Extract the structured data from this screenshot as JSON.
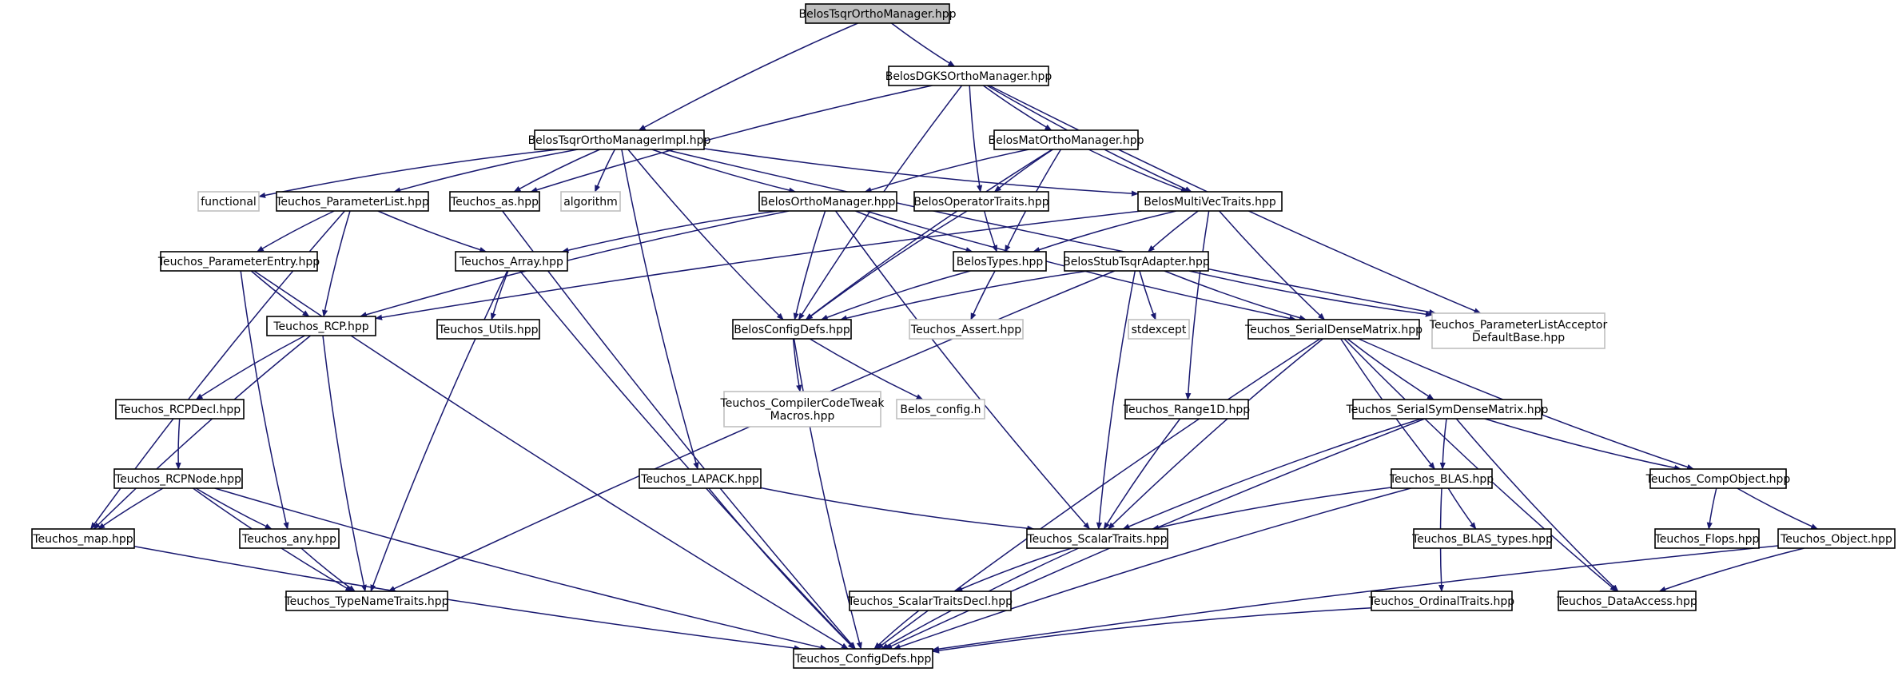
{
  "colors": {
    "edge": "#191970",
    "box_border": "#000000",
    "box_border_external": "#bfbfbf",
    "root_fill": "#bfbfbf",
    "node_fill": "#ffffff",
    "text": "#000000"
  },
  "graph": {
    "nodes": [
      {
        "id": "root",
        "lines": [
          "BelosTsqrOrthoManager.hpp"
        ],
        "kind": "root"
      },
      {
        "id": "dgks",
        "lines": [
          "BelosDGKSOrthoManager.hpp"
        ],
        "kind": "internal"
      },
      {
        "id": "impl",
        "lines": [
          "BelosTsqrOrthoManagerImpl.hpp"
        ],
        "kind": "internal"
      },
      {
        "id": "matortho",
        "lines": [
          "BelosMatOrthoManager.hpp"
        ],
        "kind": "internal"
      },
      {
        "id": "functional",
        "lines": [
          "functional"
        ],
        "kind": "external"
      },
      {
        "id": "plist",
        "lines": [
          "Teuchos_ParameterList.hpp"
        ],
        "kind": "internal"
      },
      {
        "id": "as",
        "lines": [
          "Teuchos_as.hpp"
        ],
        "kind": "internal"
      },
      {
        "id": "algorithm",
        "lines": [
          "algorithm"
        ],
        "kind": "external"
      },
      {
        "id": "ortho",
        "lines": [
          "BelosOrthoManager.hpp"
        ],
        "kind": "internal"
      },
      {
        "id": "optraits",
        "lines": [
          "BelosOperatorTraits.hpp"
        ],
        "kind": "internal"
      },
      {
        "id": "mvtraits",
        "lines": [
          "BelosMultiVecTraits.hpp"
        ],
        "kind": "internal"
      },
      {
        "id": "pentry",
        "lines": [
          "Teuchos_ParameterEntry.hpp"
        ],
        "kind": "internal"
      },
      {
        "id": "array",
        "lines": [
          "Teuchos_Array.hpp"
        ],
        "kind": "internal"
      },
      {
        "id": "types",
        "lines": [
          "BelosTypes.hpp"
        ],
        "kind": "internal"
      },
      {
        "id": "stubtsqr",
        "lines": [
          "BelosStubTsqrAdapter.hpp"
        ],
        "kind": "internal"
      },
      {
        "id": "rcp",
        "lines": [
          "Teuchos_RCP.hpp"
        ],
        "kind": "internal"
      },
      {
        "id": "utils",
        "lines": [
          "Teuchos_Utils.hpp"
        ],
        "kind": "internal"
      },
      {
        "id": "configdefs",
        "lines": [
          "BelosConfigDefs.hpp"
        ],
        "kind": "internal"
      },
      {
        "id": "assert",
        "lines": [
          "Teuchos_Assert.hpp"
        ],
        "kind": "external"
      },
      {
        "id": "stdexcept",
        "lines": [
          "stdexcept"
        ],
        "kind": "external"
      },
      {
        "id": "serialdense",
        "lines": [
          "Teuchos_SerialDenseMatrix.hpp"
        ],
        "kind": "internal"
      },
      {
        "id": "plistacceptor",
        "lines": [
          "Teuchos_ParameterListAcceptor",
          "DefaultBase.hpp"
        ],
        "kind": "external"
      },
      {
        "id": "rcpdecl",
        "lines": [
          "Teuchos_RCPDecl.hpp"
        ],
        "kind": "internal"
      },
      {
        "id": "compiler",
        "lines": [
          "Teuchos_CompilerCodeTweak",
          "Macros.hpp"
        ],
        "kind": "external"
      },
      {
        "id": "belosconfig",
        "lines": [
          "Belos_config.h"
        ],
        "kind": "external"
      },
      {
        "id": "range1d",
        "lines": [
          "Teuchos_Range1D.hpp"
        ],
        "kind": "internal"
      },
      {
        "id": "serialsym",
        "lines": [
          "Teuchos_SerialSymDenseMatrix.hpp"
        ],
        "kind": "internal"
      },
      {
        "id": "rcpnode",
        "lines": [
          "Teuchos_RCPNode.hpp"
        ],
        "kind": "internal"
      },
      {
        "id": "lapack",
        "lines": [
          "Teuchos_LAPACK.hpp"
        ],
        "kind": "internal"
      },
      {
        "id": "blas",
        "lines": [
          "Teuchos_BLAS.hpp"
        ],
        "kind": "internal"
      },
      {
        "id": "compobj",
        "lines": [
          "Teuchos_CompObject.hpp"
        ],
        "kind": "internal"
      },
      {
        "id": "map",
        "lines": [
          "Teuchos_map.hpp"
        ],
        "kind": "internal"
      },
      {
        "id": "any",
        "lines": [
          "Teuchos_any.hpp"
        ],
        "kind": "internal"
      },
      {
        "id": "scalartraits",
        "lines": [
          "Teuchos_ScalarTraits.hpp"
        ],
        "kind": "internal"
      },
      {
        "id": "blastypes",
        "lines": [
          "Teuchos_BLAS_types.hpp"
        ],
        "kind": "internal"
      },
      {
        "id": "flops",
        "lines": [
          "Teuchos_Flops.hpp"
        ],
        "kind": "internal"
      },
      {
        "id": "object",
        "lines": [
          "Teuchos_Object.hpp"
        ],
        "kind": "internal"
      },
      {
        "id": "typename",
        "lines": [
          "Teuchos_TypeNameTraits.hpp"
        ],
        "kind": "internal"
      },
      {
        "id": "scalardecl",
        "lines": [
          "Teuchos_ScalarTraitsDecl.hpp"
        ],
        "kind": "internal"
      },
      {
        "id": "ordinal",
        "lines": [
          "Teuchos_OrdinalTraits.hpp"
        ],
        "kind": "internal"
      },
      {
        "id": "dataaccess",
        "lines": [
          "Teuchos_DataAccess.hpp"
        ],
        "kind": "internal"
      },
      {
        "id": "teuchosconfig",
        "lines": [
          "Teuchos_ConfigDefs.hpp"
        ],
        "kind": "internal"
      }
    ],
    "edges": [
      [
        "root",
        "dgks"
      ],
      [
        "root",
        "impl"
      ],
      [
        "dgks",
        "as"
      ],
      [
        "dgks",
        "configdefs"
      ],
      [
        "dgks",
        "matortho"
      ],
      [
        "dgks",
        "optraits"
      ],
      [
        "dgks",
        "mvtraits"
      ],
      [
        "dgks",
        "plistacceptor"
      ],
      [
        "impl",
        "functional"
      ],
      [
        "impl",
        "plist"
      ],
      [
        "impl",
        "as"
      ],
      [
        "impl",
        "algorithm"
      ],
      [
        "impl",
        "ortho"
      ],
      [
        "impl",
        "mvtraits"
      ],
      [
        "impl",
        "configdefs"
      ],
      [
        "impl",
        "lapack"
      ],
      [
        "impl",
        "plistacceptor"
      ],
      [
        "matortho",
        "ortho"
      ],
      [
        "matortho",
        "optraits"
      ],
      [
        "matortho",
        "mvtraits"
      ],
      [
        "matortho",
        "types"
      ],
      [
        "matortho",
        "configdefs"
      ],
      [
        "plist",
        "pentry"
      ],
      [
        "plist",
        "array"
      ],
      [
        "plist",
        "rcp"
      ],
      [
        "plist",
        "map"
      ],
      [
        "as",
        "teuchosconfig"
      ],
      [
        "ortho",
        "types"
      ],
      [
        "ortho",
        "configdefs"
      ],
      [
        "ortho",
        "array"
      ],
      [
        "ortho",
        "rcp"
      ],
      [
        "ortho",
        "scalartraits"
      ],
      [
        "ortho",
        "serialdense"
      ],
      [
        "optraits",
        "types"
      ],
      [
        "optraits",
        "configdefs"
      ],
      [
        "mvtraits",
        "types"
      ],
      [
        "mvtraits",
        "stubtsqr"
      ],
      [
        "mvtraits",
        "serialdense"
      ],
      [
        "mvtraits",
        "range1d"
      ],
      [
        "mvtraits",
        "rcp"
      ],
      [
        "pentry",
        "rcp"
      ],
      [
        "pentry",
        "any"
      ],
      [
        "pentry",
        "teuchosconfig"
      ],
      [
        "array",
        "utils"
      ],
      [
        "array",
        "typename"
      ],
      [
        "array",
        "teuchosconfig"
      ],
      [
        "types",
        "configdefs"
      ],
      [
        "types",
        "assert"
      ],
      [
        "stubtsqr",
        "configdefs"
      ],
      [
        "stubtsqr",
        "stdexcept"
      ],
      [
        "stubtsqr",
        "serialdense"
      ],
      [
        "stubtsqr",
        "plistacceptor"
      ],
      [
        "stubtsqr",
        "scalartraits"
      ],
      [
        "stubtsqr",
        "typename"
      ],
      [
        "rcp",
        "rcpdecl"
      ],
      [
        "rcp",
        "typename"
      ],
      [
        "rcp",
        "map"
      ],
      [
        "rcpdecl",
        "rcpnode"
      ],
      [
        "rcpnode",
        "map"
      ],
      [
        "rcpnode",
        "any"
      ],
      [
        "rcpnode",
        "typename"
      ],
      [
        "rcpnode",
        "teuchosconfig"
      ],
      [
        "configdefs",
        "compiler"
      ],
      [
        "configdefs",
        "belosconfig"
      ],
      [
        "configdefs",
        "teuchosconfig"
      ],
      [
        "serialdense",
        "serialsym"
      ],
      [
        "serialdense",
        "blas"
      ],
      [
        "serialdense",
        "compobj"
      ],
      [
        "serialdense",
        "dataaccess"
      ],
      [
        "serialdense",
        "scalartraits"
      ],
      [
        "serialdense",
        "teuchosconfig"
      ],
      [
        "range1d",
        "scalartraits"
      ],
      [
        "serialsym",
        "blas"
      ],
      [
        "serialsym",
        "compobj"
      ],
      [
        "serialsym",
        "scalartraits"
      ],
      [
        "serialsym",
        "dataaccess"
      ],
      [
        "serialsym",
        "teuchosconfig"
      ],
      [
        "lapack",
        "scalartraits"
      ],
      [
        "lapack",
        "teuchosconfig"
      ],
      [
        "blas",
        "blastypes"
      ],
      [
        "blas",
        "ordinal"
      ],
      [
        "blas",
        "scalartraits"
      ],
      [
        "blas",
        "teuchosconfig"
      ],
      [
        "compobj",
        "flops"
      ],
      [
        "compobj",
        "object"
      ],
      [
        "map",
        "teuchosconfig"
      ],
      [
        "any",
        "typename"
      ],
      [
        "scalartraits",
        "scalardecl"
      ],
      [
        "scalartraits",
        "teuchosconfig"
      ],
      [
        "object",
        "dataaccess"
      ],
      [
        "object",
        "teuchosconfig"
      ],
      [
        "scalardecl",
        "teuchosconfig"
      ],
      [
        "ordinal",
        "teuchosconfig"
      ]
    ]
  }
}
